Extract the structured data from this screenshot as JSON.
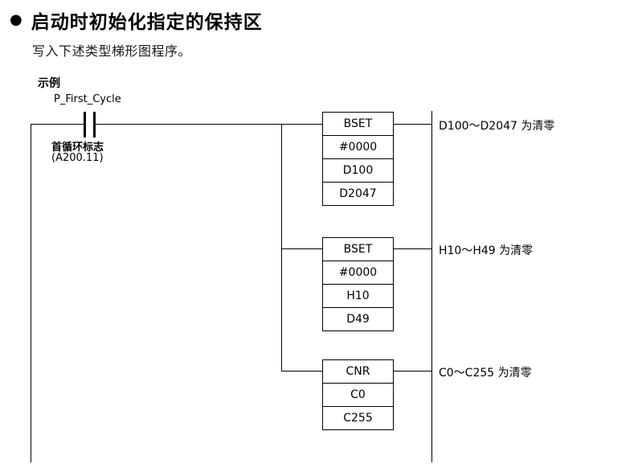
{
  "page": {
    "bullet": "●",
    "title": "启动时初始化指定的保持区",
    "subtitle": "写入下述类型梯形图程序。",
    "example_label": "示例"
  },
  "ladder": {
    "contact": {
      "label": "P_First_Cycle",
      "description": "首循环标志",
      "address": "(A200.11)"
    },
    "blocks": [
      {
        "rows": [
          "BSET",
          "#0000",
          "D100",
          "D2047"
        ],
        "annotation": "D100～D2047 为清零"
      },
      {
        "rows": [
          "BSET",
          "#0000",
          "H10",
          "D49"
        ],
        "annotation": "H10～H49 为清零"
      },
      {
        "rows": [
          "CNR",
          "C0",
          "C255"
        ],
        "annotation": "C0～C255  为清零"
      }
    ]
  }
}
